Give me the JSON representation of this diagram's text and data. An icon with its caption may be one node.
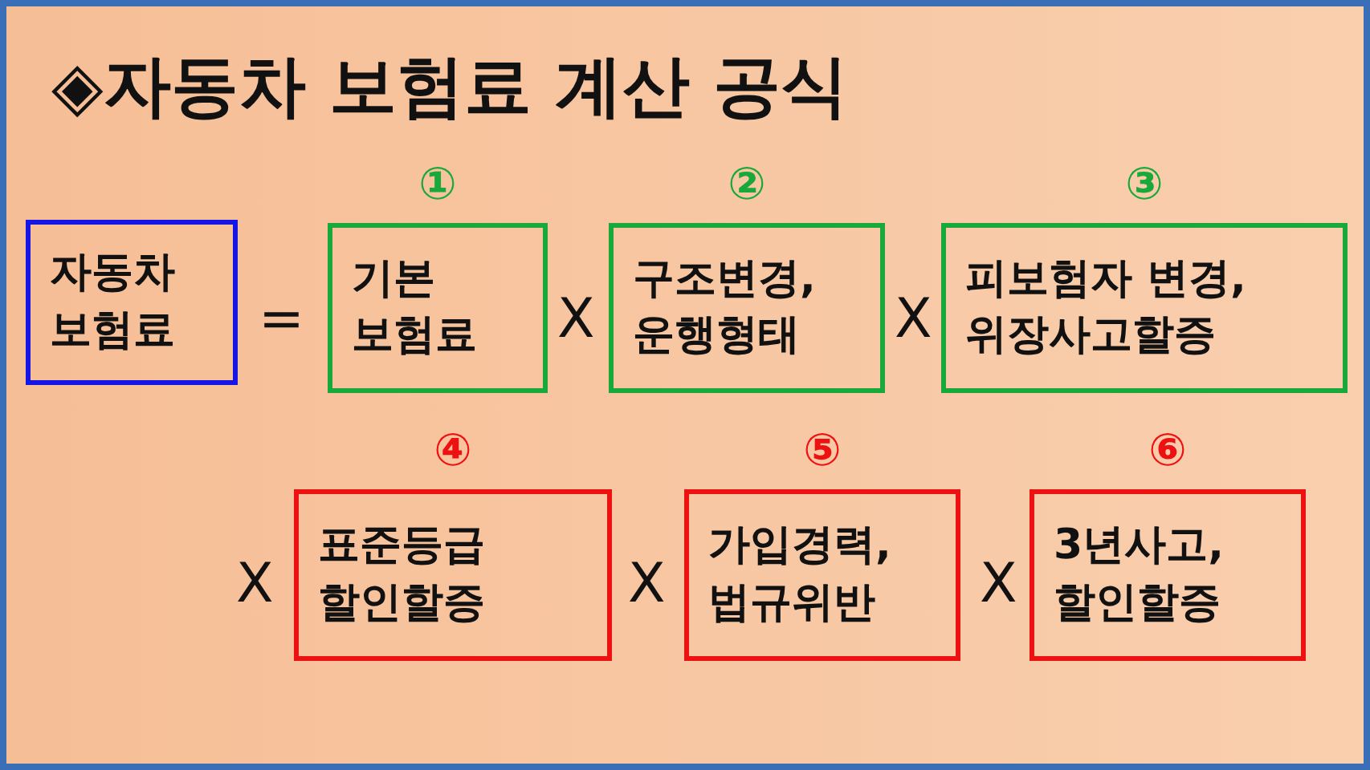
{
  "diagram": {
    "title": "◈자동차 보험료 계산 공식",
    "nodes": [
      {
        "text": [
          "자동차 보험료"
        ]
      },
      {
        "text": [
          "기본 보험료"
        ],
        "beside": [
          "①"
        ]
      },
      {
        "text": [
          "구조변경, 운행형태"
        ],
        "beside": [
          "②"
        ]
      },
      {
        "text": [
          "피보험자 변경, 위장사고할증"
        ],
        "beside": [
          "③"
        ]
      },
      {
        "text": [
          "표준등급 할인할증"
        ],
        "beside": [
          "④"
        ]
      },
      {
        "text": [
          "가입경력, 법규위반"
        ],
        "beside": [
          "⑤"
        ]
      },
      {
        "text": [
          "3년사고, 할인할증"
        ],
        "beside": [
          "⑥"
        ]
      }
    ],
    "labels": [
      "=",
      "X",
      "X",
      "X",
      "X",
      "X"
    ]
  }
}
